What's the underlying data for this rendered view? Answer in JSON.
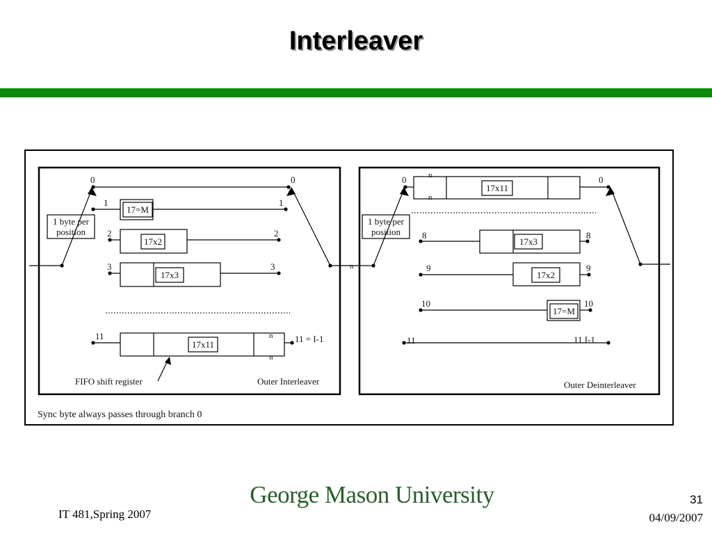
{
  "slide": {
    "title": "Interleaver",
    "number": "31",
    "course": "IT 481,Spring 2007",
    "date": "04/09/2007",
    "logo_text": "George Mason University"
  },
  "diagram": {
    "caption": "Sync byte always passes through branch 0",
    "interleaver": {
      "label": "Outer Interleaver",
      "input_label": "1 byte per\nposition",
      "fifo_label": "FIFO shift register",
      "branch_labels": [
        "0",
        "1",
        "2",
        "3",
        "11"
      ],
      "out_labels": [
        "0",
        "1",
        "2",
        "3",
        "11 = I-1"
      ],
      "cells": [
        "17=M",
        "17x2",
        "17x3",
        "17x11"
      ]
    },
    "deinterleaver": {
      "label": "Outer Deinterleaver",
      "input_label": "1 byte per\nposition",
      "branch_labels": [
        "0",
        "8",
        "9",
        "10",
        "11"
      ],
      "out_labels": [
        "0",
        "8",
        "9",
        "10",
        "11   I-1"
      ],
      "cells": [
        "17x11",
        "17x3",
        "17x2",
        "17=M"
      ]
    },
    "n_symbol": "n",
    "colors": {
      "accent_bar": "#0a8a0a",
      "logo": "#2a5e2a"
    }
  }
}
